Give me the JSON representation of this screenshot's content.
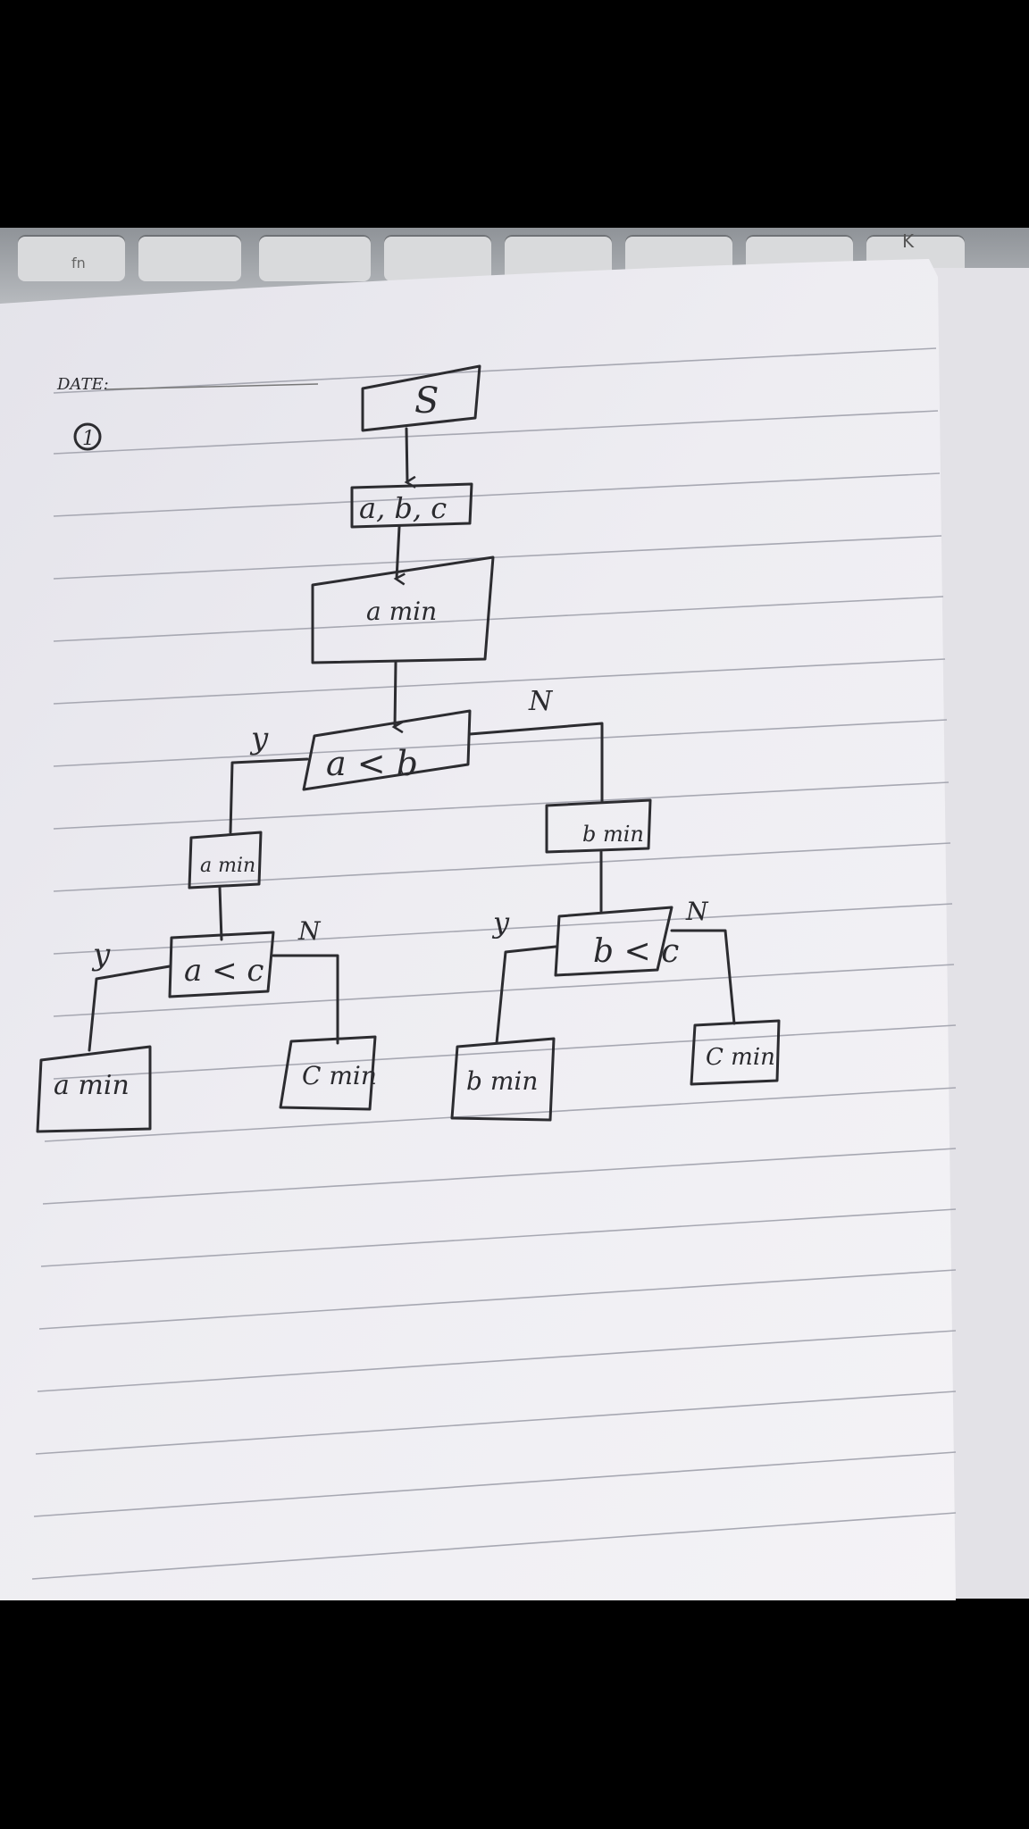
{
  "page": {
    "date_label": "DATE:",
    "problem_number": "1"
  },
  "keyboard": {
    "key_label": "fn",
    "corner_key": "K"
  },
  "flowchart": {
    "start": "S",
    "input": "a, b, c",
    "process": "a min",
    "decision_ab": "a < b",
    "yes_label_ab": "y",
    "no_label_ab": "N",
    "left_assign": "a min",
    "right_assign": "b min",
    "decision_ac": "a < c",
    "yes_label_ac": "y",
    "no_label_ac": "N",
    "decision_bc": "b < c",
    "yes_label_bc": "y",
    "no_label_bc": "N",
    "leaf_ac_yes": "a min",
    "leaf_ac_no": "C min",
    "leaf_bc_yes": "b min",
    "leaf_bc_no": "C min"
  }
}
